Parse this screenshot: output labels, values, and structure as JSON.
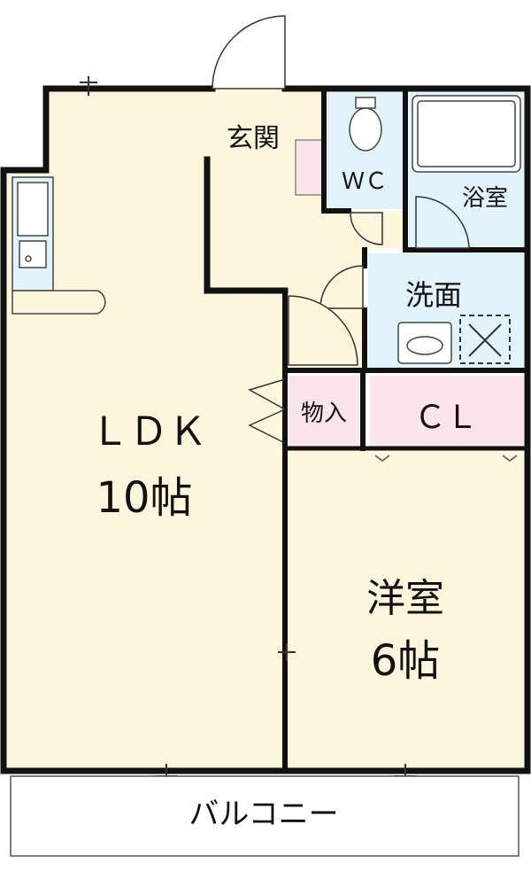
{
  "rooms": {
    "ldk": {
      "name": "ＬＤＫ",
      "size": "10帖"
    },
    "western": {
      "name": "洋室",
      "size": "6帖"
    },
    "entrance": {
      "name": "玄関"
    },
    "wc": {
      "name": "ＷＣ"
    },
    "bath": {
      "name": "浴室"
    },
    "washroom": {
      "name": "洗面"
    },
    "storage": {
      "name": "物入"
    },
    "closet": {
      "name": "ＣＬ"
    },
    "balcony": {
      "name": "バルコニー"
    }
  },
  "colors": {
    "floor_living": "#fdf5dc",
    "floor_wet": "#e2f3fb",
    "closet_pink": "#fce4ec",
    "wall": "#111111",
    "outline": "#555555"
  }
}
